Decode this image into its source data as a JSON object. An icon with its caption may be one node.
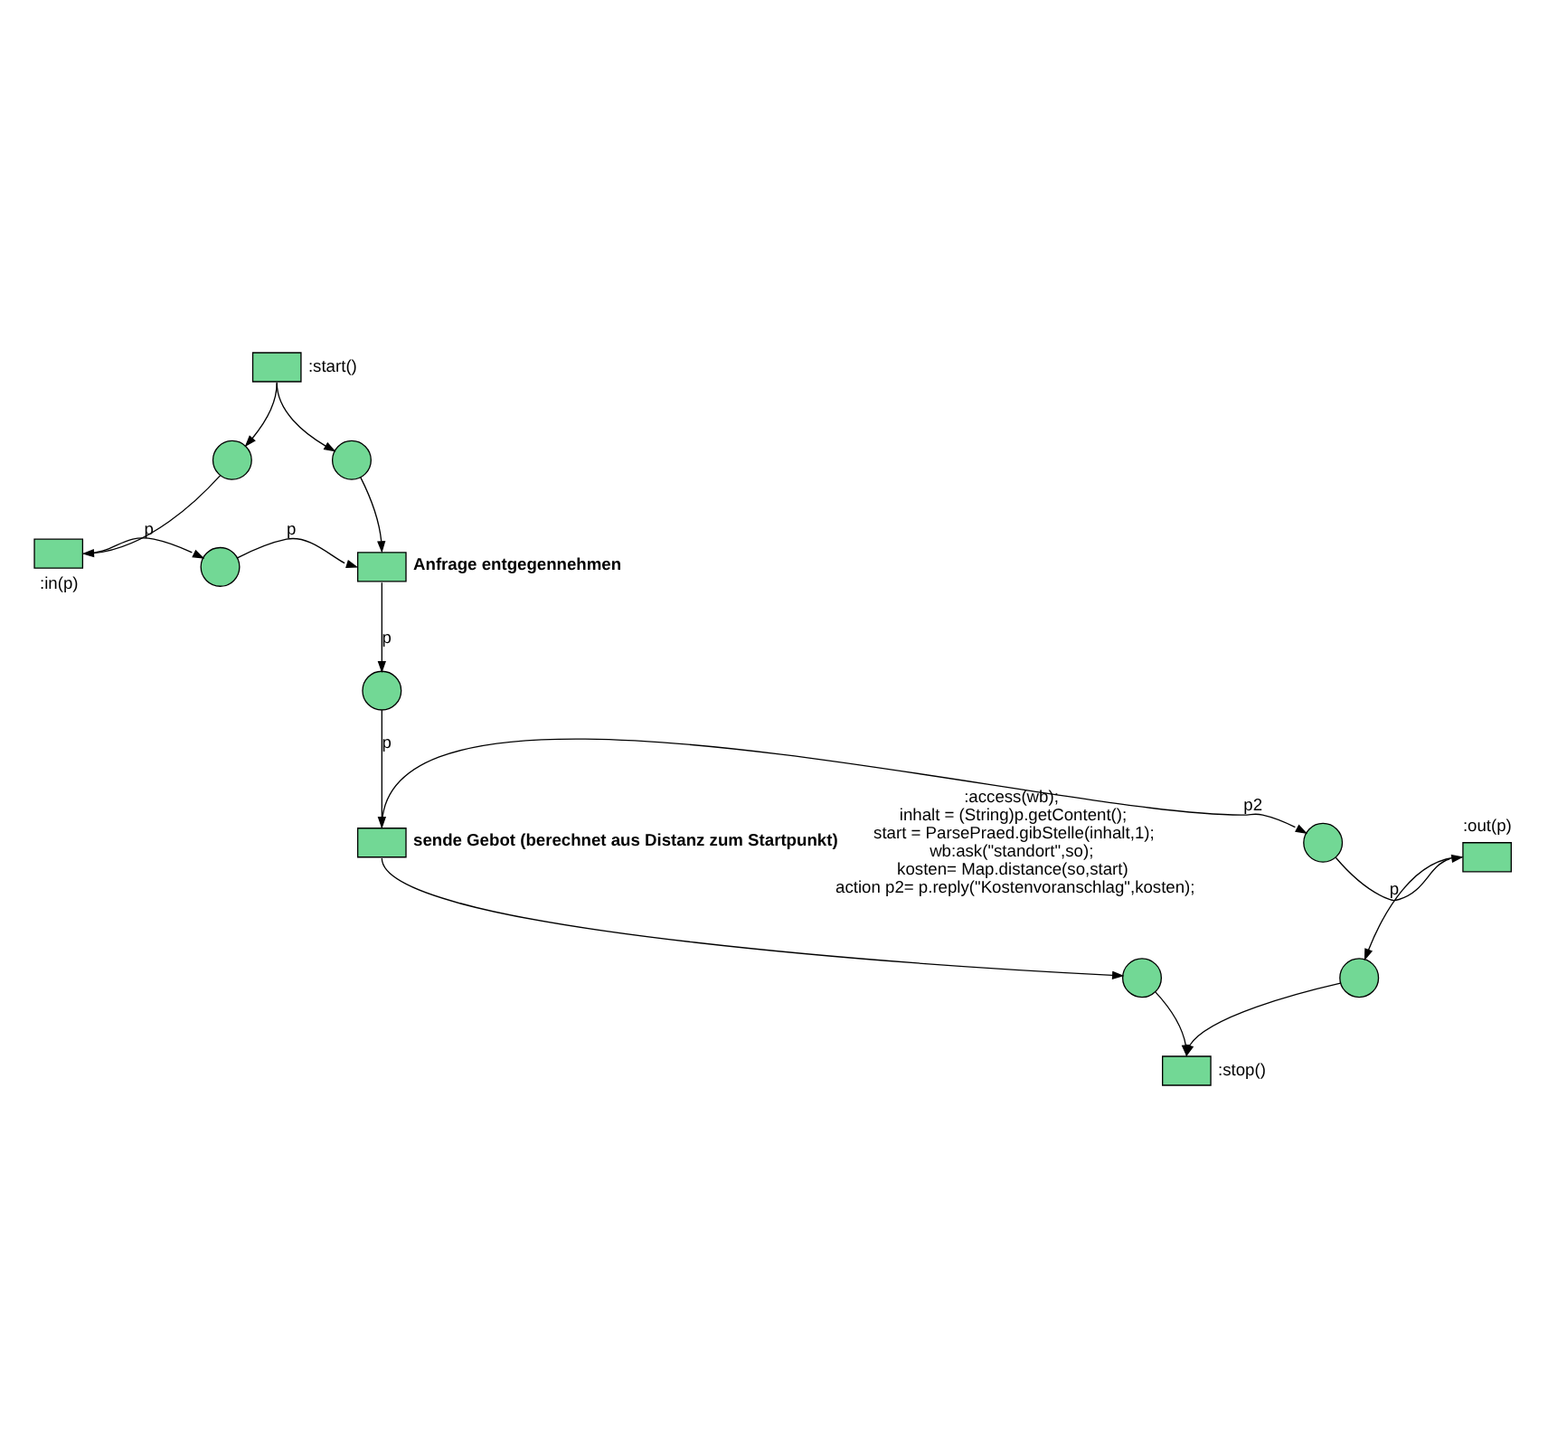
{
  "diagram": {
    "nodes": [
      {
        "text": [
          ":start()"
        ]
      },
      {
        "text": [],
        "shape": "circle"
      },
      {
        "text": [],
        "shape": "circle"
      },
      {
        "text": [
          ":in(p)"
        ]
      },
      {
        "text": [],
        "shape": "circle"
      },
      {
        "text": [
          "Anfrage entgegennehmen"
        ]
      },
      {
        "text": [],
        "shape": "circle"
      },
      {
        "text": [
          ":out(p)"
        ]
      },
      {
        "text": [],
        "shape": "circle"
      },
      {
        "text": [
          "sende Gebot (berechnet aus Distanz zum Startpunkt)"
        ],
        "beside": [
          ":access(wb);",
          "inhalt = (String)p.getContent();",
          "start = ParsePraed.gibStelle(inhalt,1);",
          "wb:ask(\"standort\",so);",
          "kosten= Map.distance(so,start)",
          "action p2= p.reply(\"Kostenvoranschlag\",kosten);"
        ]
      },
      {
        "text": [],
        "shape": "circle"
      },
      {
        "text": [],
        "shape": "circle"
      },
      {
        "text": [
          ":stop()"
        ]
      }
    ],
    "edges": [
      {
        "from": 0,
        "to": 1,
        "arrow": "to"
      },
      {
        "from": 0,
        "to": 2,
        "arrow": "to"
      },
      {
        "from": 1,
        "to": 3,
        "arrow": "to"
      },
      {
        "from": 3,
        "to": 4,
        "arrow": "to",
        "label": "p"
      },
      {
        "from": 4,
        "to": 5,
        "arrow": "to",
        "label": "p"
      },
      {
        "from": 2,
        "to": 5,
        "arrow": "to"
      },
      {
        "from": 5,
        "to": 6,
        "arrow": "to",
        "label": "p"
      },
      {
        "from": 6,
        "to": 9,
        "arrow": "to",
        "label": "p"
      },
      {
        "from": 9,
        "to": 8,
        "arrow": "to",
        "label": "p2"
      },
      {
        "from": 8,
        "to": 7,
        "arrow": "to",
        "label": "p"
      },
      {
        "from": 7,
        "to": 10,
        "arrow": "to"
      },
      {
        "from": 9,
        "to": 11,
        "arrow": "to"
      },
      {
        "from": 10,
        "to": 12,
        "arrow": "to"
      },
      {
        "from": 11,
        "to": 12,
        "arrow": "to"
      }
    ]
  }
}
